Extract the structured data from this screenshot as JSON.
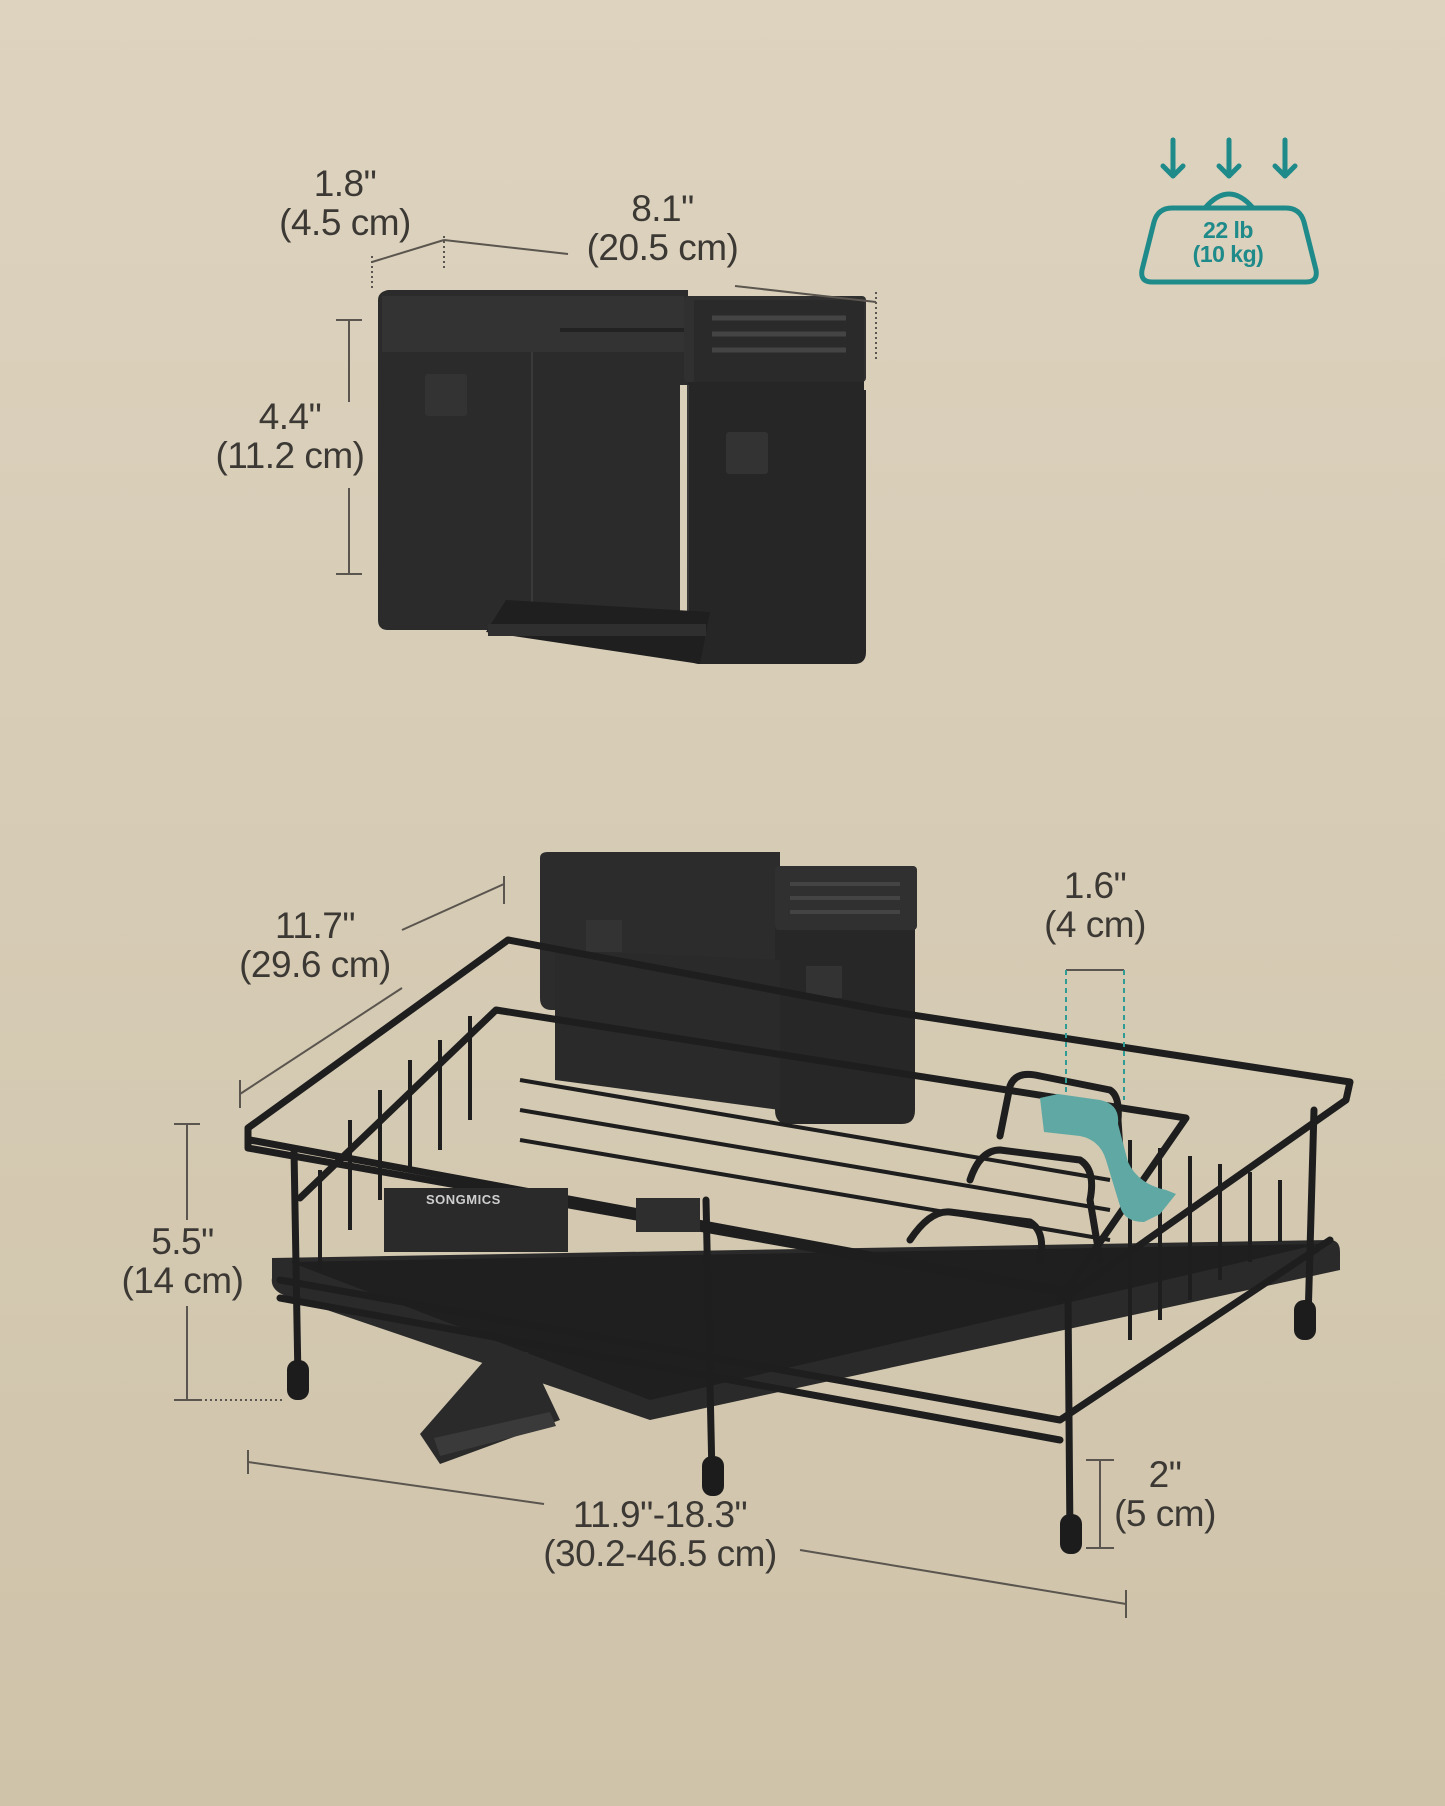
{
  "holder": {
    "depth": {
      "imperial": "1.8\"",
      "metric": "(4.5 cm)"
    },
    "width": {
      "imperial": "8.1\"",
      "metric": "(20.5 cm)"
    },
    "height": {
      "imperial": "4.4\"",
      "metric": "(11.2 cm)"
    }
  },
  "rack": {
    "depth": {
      "imperial": "11.7\"",
      "metric": "(29.6 cm)"
    },
    "slot": {
      "imperial": "1.6\"",
      "metric": "(4 cm)"
    },
    "height": {
      "imperial": "5.5\"",
      "metric": "(14 cm)"
    },
    "width": {
      "imperial": "11.9\"-18.3\"",
      "metric": "(30.2-46.5 cm)"
    },
    "clearance": {
      "imperial": "2\"",
      "metric": "(5 cm)"
    },
    "brand": "SONGMICS"
  },
  "load_badge": {
    "line1": "22 lb",
    "line2": "(10 kg)",
    "icon": "weight-capacity-icon",
    "color": "#1f8a8a"
  },
  "colors": {
    "product": "#262626",
    "accent": "#5fa8a3"
  }
}
